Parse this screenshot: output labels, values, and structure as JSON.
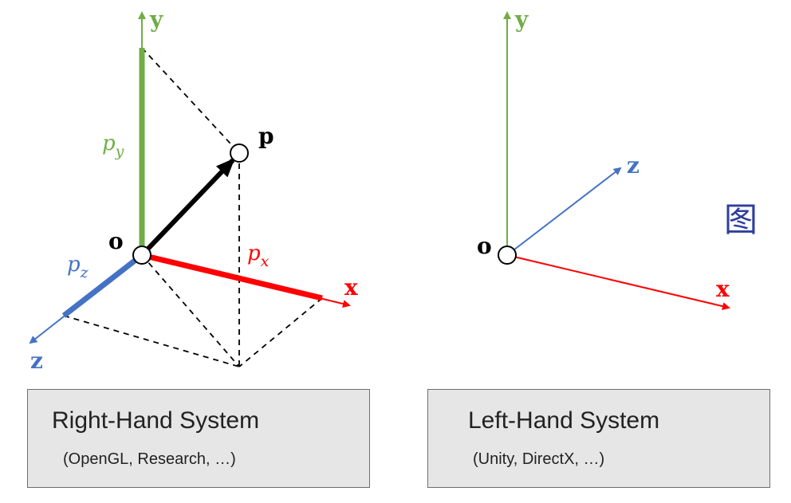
{
  "colors": {
    "y_axis": "#70ad47",
    "x_axis": "#ff0000",
    "z_axis": "#4472c4",
    "vector": "#000000",
    "box_fill": "#e6e6e6",
    "box_border": "#6e6e6e",
    "annotation": "#2e3f9e"
  },
  "right_panel": {
    "labels": {
      "y": "y",
      "x": "x",
      "z": "z",
      "origin": "o",
      "point": "p",
      "p_y": "p",
      "p_y_sub": "y",
      "p_x": "p",
      "p_x_sub": "x",
      "p_z": "p",
      "p_z_sub": "z"
    },
    "box": {
      "title": "Right-Hand System",
      "subtitle": "(OpenGL, Research, …)"
    }
  },
  "left_panel": {
    "labels": {
      "y": "y",
      "x": "x",
      "z": "z",
      "origin": "o"
    },
    "box": {
      "title": "Left-Hand System",
      "subtitle": "(Unity, DirectX, …)"
    },
    "annotation": "图"
  }
}
